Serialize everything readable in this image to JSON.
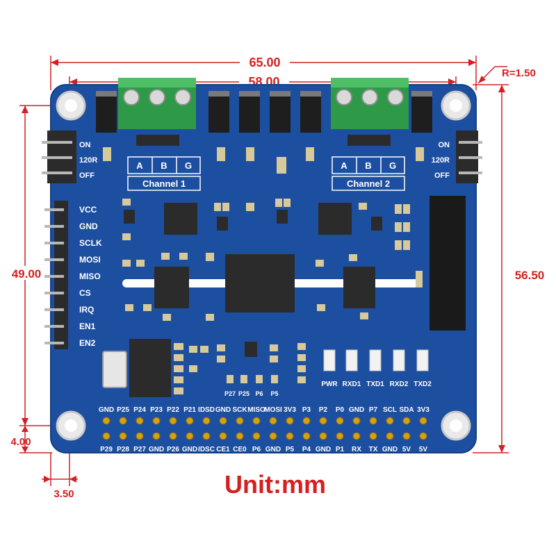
{
  "dimensions": {
    "overall_width": "65.00",
    "hole_spacing_x": "58.00",
    "corner_radius": "R=1.50",
    "hole_spacing_y": "49.00",
    "overall_height": "56.50",
    "hole_offset_y": "4.00",
    "hole_offset_x": "3.50"
  },
  "unit_label": "Unit:mm",
  "switch_left": [
    "ON",
    "120R",
    "OFF"
  ],
  "switch_right": [
    "ON",
    "120R",
    "OFF"
  ],
  "left_header_pins": [
    "VCC",
    "GND",
    "SCLK",
    "MOSI",
    "MISO",
    "CS",
    "IRQ",
    "EN1",
    "EN2"
  ],
  "channel1": {
    "terminals": [
      "A",
      "B",
      "G"
    ],
    "label": "Channel 1"
  },
  "channel2": {
    "terminals": [
      "A",
      "B",
      "G"
    ],
    "label": "Channel 2"
  },
  "jumper_labels": [
    "P27",
    "P25",
    "P6",
    "P5"
  ],
  "leds": [
    "PWR",
    "RXD1",
    "TXD1",
    "RXD2",
    "TXD2"
  ],
  "gpio_top": [
    "GND",
    "P25",
    "P24",
    "P23",
    "P22",
    "P21",
    "IDSD",
    "GND",
    "SCK",
    "MISO",
    "MOSI",
    "3V3",
    "P3",
    "P2",
    "P0",
    "GND",
    "P7",
    "SCL",
    "SDA",
    "3V3"
  ],
  "gpio_bottom": [
    "P29",
    "P28",
    "P27",
    "GND",
    "P26",
    "GND",
    "IDSC",
    "CE1",
    "CE0",
    "P6",
    "GND",
    "P5",
    "P4",
    "GND",
    "P1",
    "RX",
    "TX",
    "GND",
    "5V",
    "5V"
  ],
  "colors": {
    "board": "#1d4fa0",
    "dimension": "#d42020",
    "terminal": "#2e9a48",
    "chip": "#2b2b2b",
    "pin_gold": "#d4a017"
  }
}
